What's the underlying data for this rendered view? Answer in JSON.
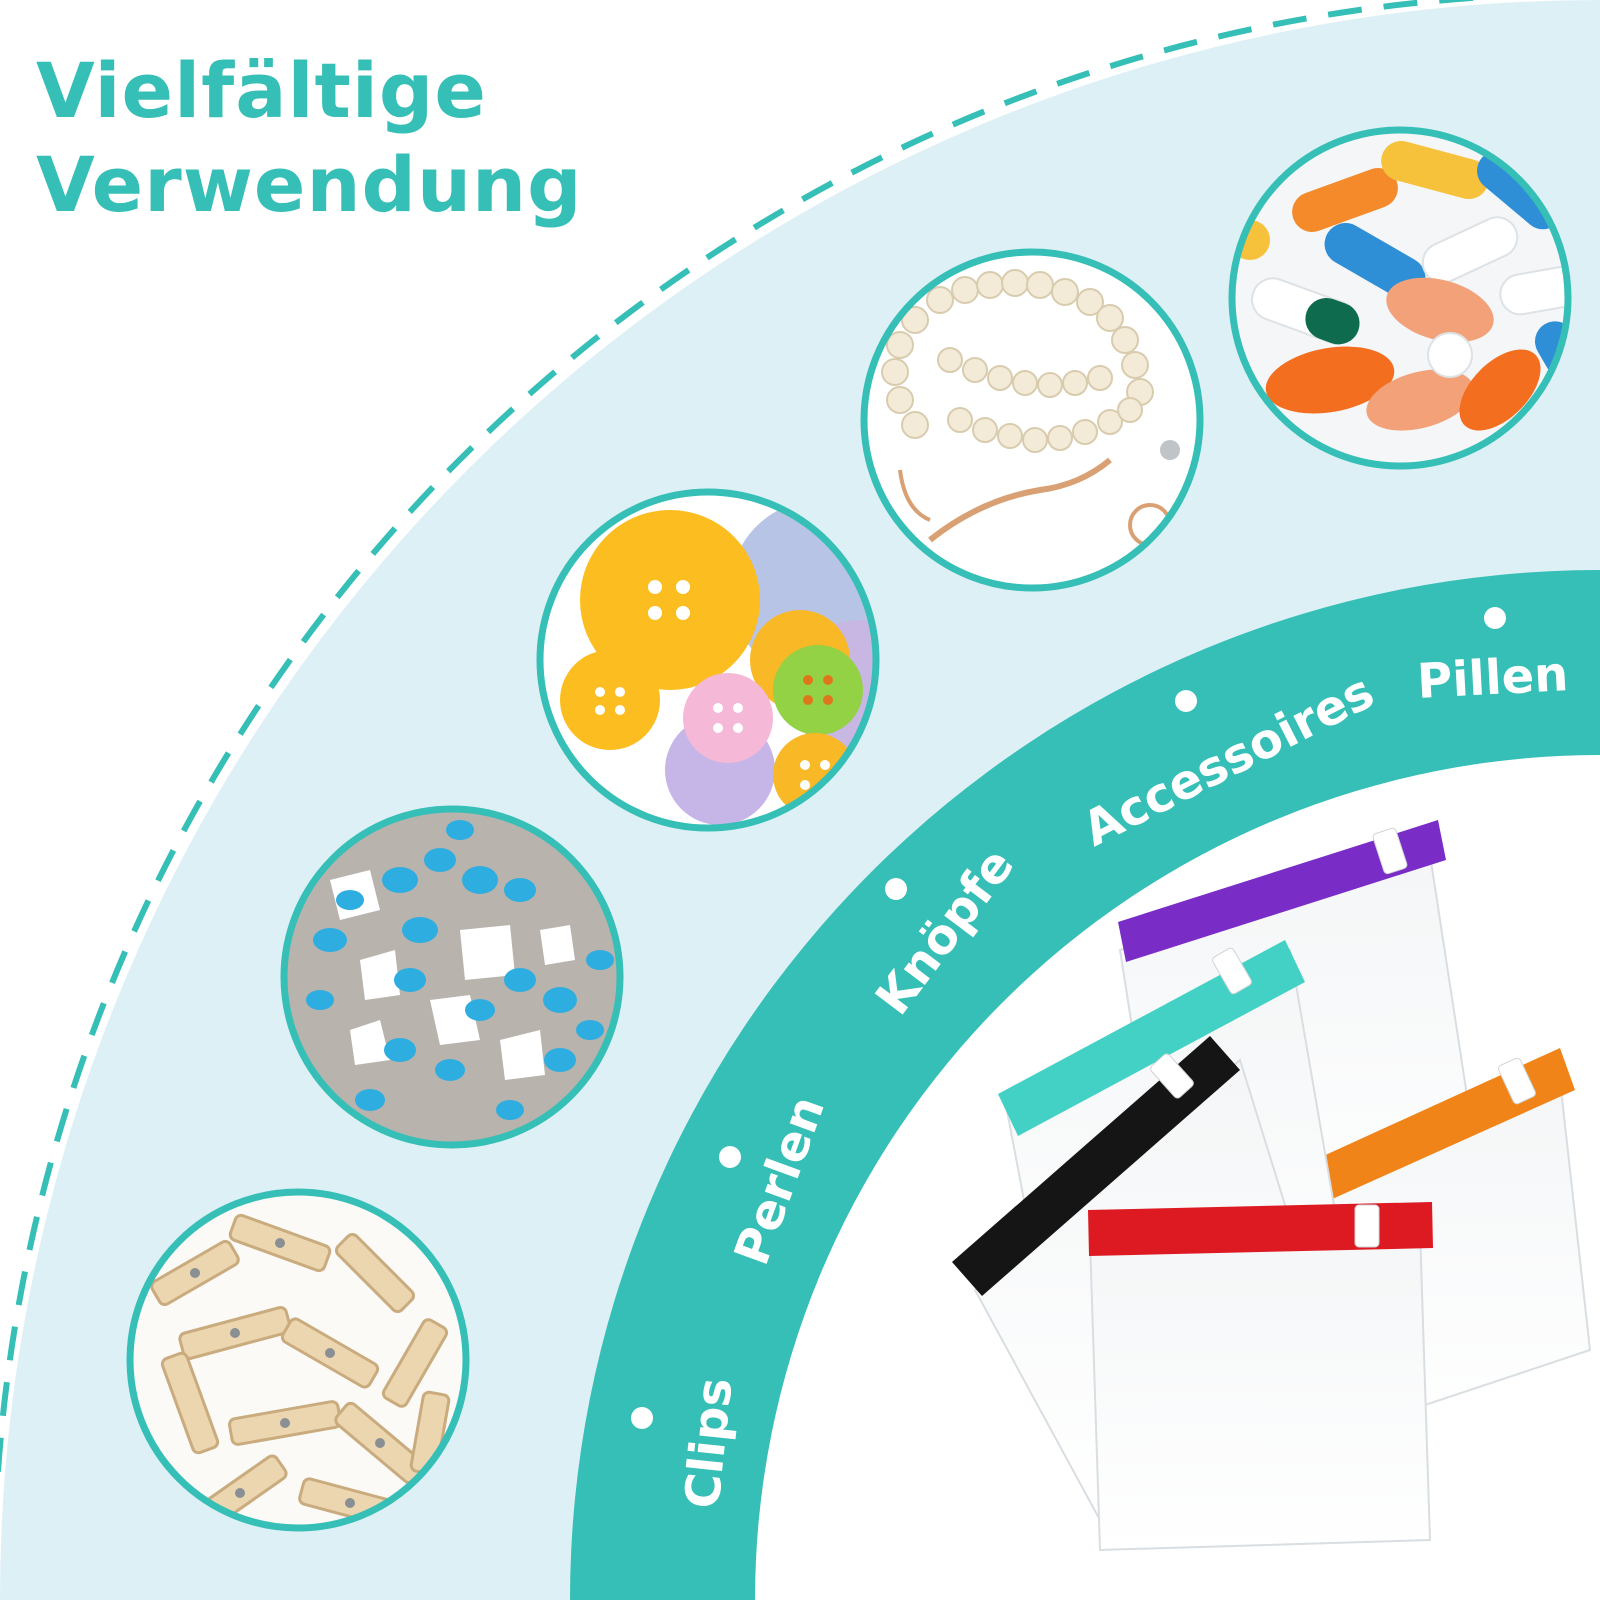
{
  "title": {
    "line1": "Vielfältige",
    "line2": "Verwendung"
  },
  "categories": [
    {
      "label": "Clips"
    },
    {
      "label": "Perlen"
    },
    {
      "label": "Knöpfe"
    },
    {
      "label": "Accessoires"
    },
    {
      "label": "Pillen"
    }
  ],
  "colors": {
    "teal": "#35bfb6",
    "light_blue": "#ddf0f5",
    "white": "#ffffff",
    "bag_purple": "#7a2cc7",
    "bag_teal": "#44d1c5",
    "bag_black": "#151515",
    "bag_orange": "#f08418",
    "bag_red": "#dd1a22"
  },
  "photos": [
    {
      "subject": "wooden mini clothespins"
    },
    {
      "subject": "blue and white stone beads"
    },
    {
      "subject": "colorful plastic buttons"
    },
    {
      "subject": "pearl necklace and earrings"
    },
    {
      "subject": "colorful pills and capsules"
    }
  ],
  "bags": [
    {
      "zipper_color": "purple"
    },
    {
      "zipper_color": "teal"
    },
    {
      "zipper_color": "black"
    },
    {
      "zipper_color": "orange"
    },
    {
      "zipper_color": "red"
    }
  ]
}
